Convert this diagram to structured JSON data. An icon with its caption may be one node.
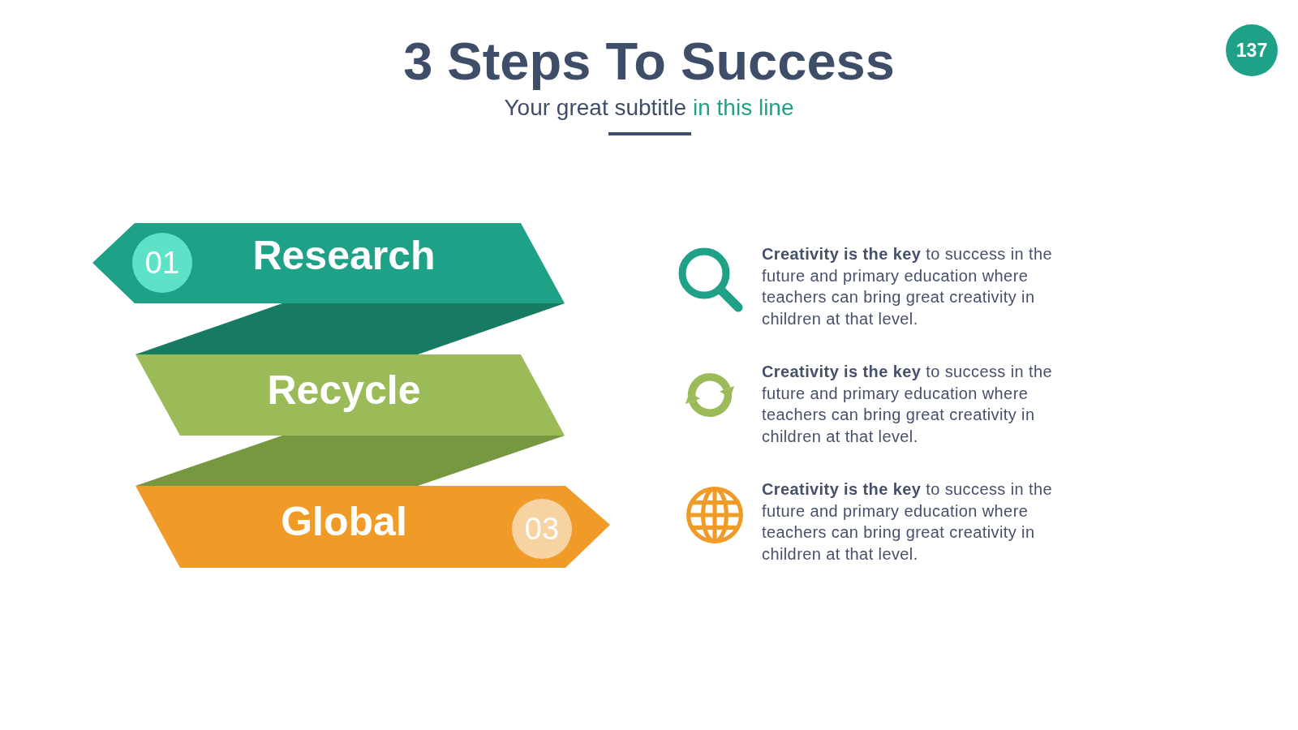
{
  "diagram": {
    "title": "3 Steps To Success",
    "nodes": [
      {
        "text": [
          "137"
        ]
      },
      {
        "text": [
          "Research"
        ]
      },
      {
        "text": [
          "01"
        ],
        "in": 1
      },
      {
        "text": [],
        "shape": "parallelogram"
      },
      {
        "text": [
          "Recycle"
        ]
      },
      {
        "text": [],
        "shape": "parallelogram"
      },
      {
        "text": [
          "Global"
        ]
      },
      {
        "text": [
          "03"
        ],
        "in": 6
      }
    ],
    "labels": [
      "Your great subtitle",
      "in this line",
      "**Creativity is the key** to success in the future and primary education where teachers can bring great creativity in children at that level.",
      "**Creativity is the key** to success in the future and primary education where teachers can bring great creativity in children at that level.",
      "**Creativity is the key** to success in the future and primary education where teachers can bring great creativity in children at that level."
    ]
  }
}
